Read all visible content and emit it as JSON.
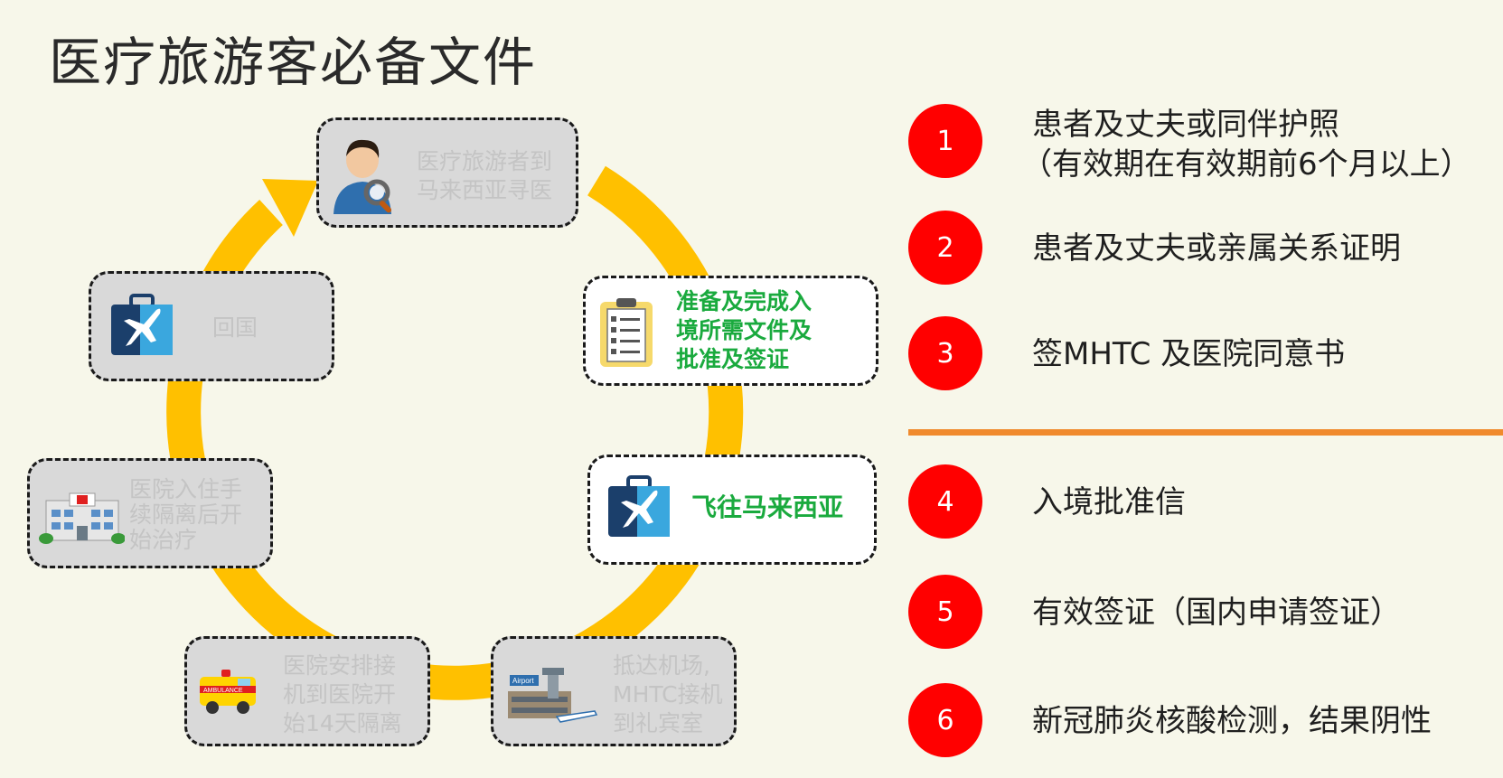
{
  "title": "医疗旅游客必备文件",
  "cycle": {
    "steps": [
      {
        "text": "医疗旅游者到马来西亚寻医",
        "icon": "doctor-icon",
        "active": false
      },
      {
        "text": "准备及完成入境所需文件及批准及签证",
        "icon": "clipboard-icon",
        "active": true
      },
      {
        "text": "飞往马来西亚",
        "icon": "flight-bag-icon",
        "active": true
      },
      {
        "text": "抵达机场, MHTC接机到礼宾室",
        "icon": "airport-icon",
        "active": false
      },
      {
        "text": "医院安排接机到医院开始14天隔离",
        "icon": "ambulance-icon",
        "active": false
      },
      {
        "text": "医院入住手续隔离后开始治疗",
        "icon": "hospital-icon",
        "active": false
      },
      {
        "text": "回国",
        "icon": "flight-bag-icon",
        "active": false
      }
    ],
    "colors": {
      "ring": "#ffc000",
      "active_text": "#1aaa3e",
      "inactive_text": "#c4c4c4",
      "box_fill": "#d9d9d9"
    }
  },
  "documents": {
    "items": [
      {
        "number": "1",
        "line1": "患者及丈夫或同伴护照",
        "line2": "（有效期在有效期前6个月以上）"
      },
      {
        "number": "2",
        "line1": "患者及丈夫或亲属关系证明"
      },
      {
        "number": "3",
        "line1": "签MHTC 及医院同意书"
      },
      {
        "number": "4",
        "line1": "入境批准信"
      },
      {
        "number": "5",
        "line1": "有效签证（国内申请签证）"
      },
      {
        "number": "6",
        "line1": "新冠肺炎核酸检测，结果阴性"
      }
    ],
    "colors": {
      "circle": "#ff0000",
      "divider": "#f08a2d"
    }
  }
}
